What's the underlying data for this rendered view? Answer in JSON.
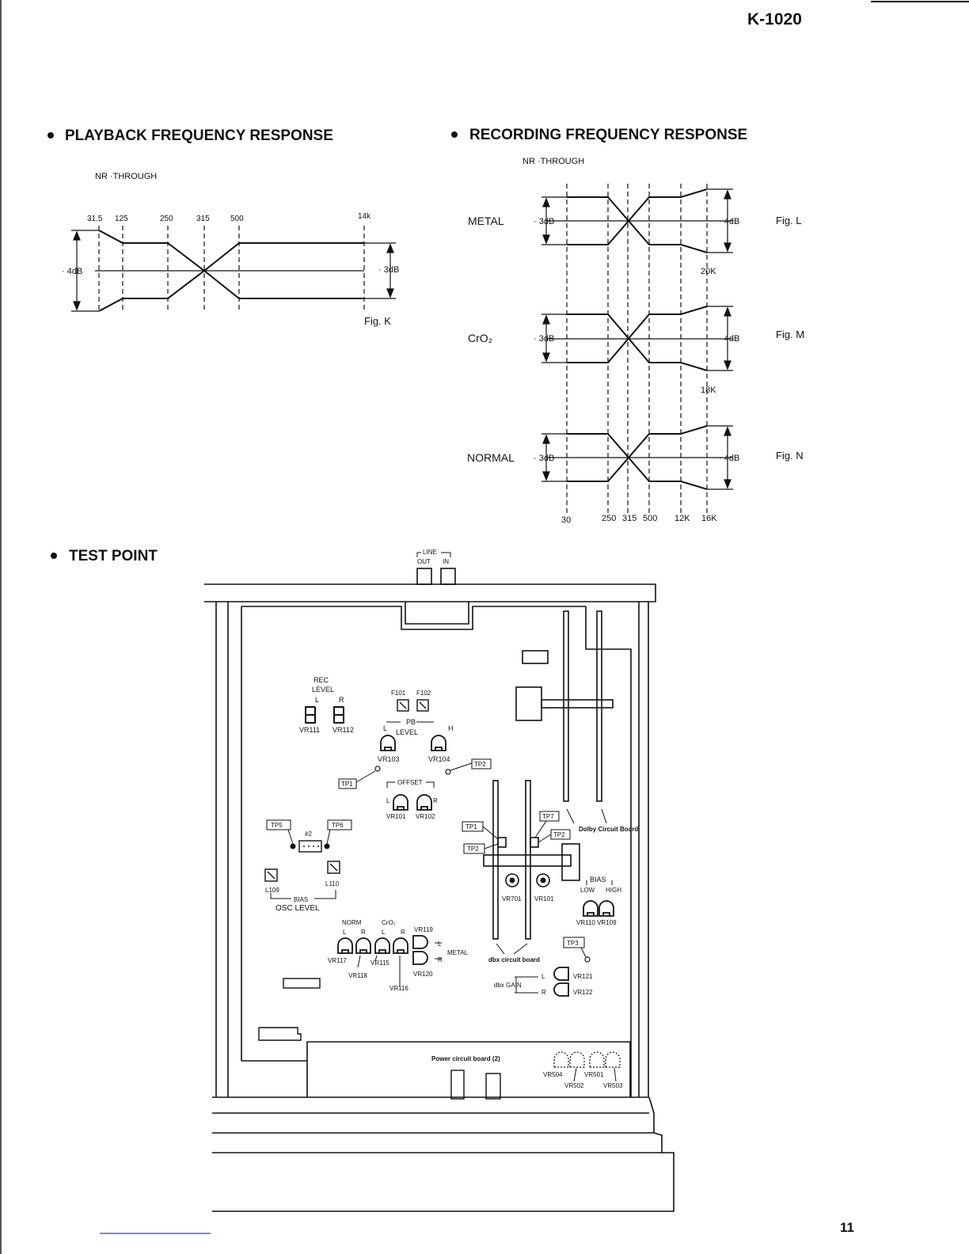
{
  "header": {
    "model": "K-1020",
    "page_number": "11"
  },
  "playback": {
    "title": "PLAYBACK FREQUENCY RESPONSE",
    "nr": "NR ·THROUGH",
    "freqs": [
      "31.5",
      "125",
      "250",
      "315",
      "500",
      "14k"
    ],
    "left_db": "· 4dB",
    "right_db": "· 3dB",
    "fig": "Fig. K"
  },
  "recording": {
    "title": "RECORDING FREQUENCY RESPONSE",
    "nr": "NR ·THROUGH",
    "panels": [
      {
        "tape": "METAL",
        "left_db": "· 3dB",
        "right_db": "· 4dB",
        "fig": "Fig. L",
        "end_freq": "20K"
      },
      {
        "tape": "CrO₂",
        "left_db": "· 3dB",
        "right_db": "· 4dB",
        "fig": "Fig. M",
        "end_freq": "18K"
      },
      {
        "tape": "NORMAL",
        "left_db": "· 3dB",
        "right_db": "· 4dB",
        "fig": "Fig. N",
        "end_freq": ""
      }
    ],
    "freqs": [
      "30",
      "250",
      "315",
      "500",
      "12K",
      "16K"
    ]
  },
  "test_point": {
    "title": "TEST POINT",
    "line": "LINE",
    "line_out": "OUT",
    "line_in": "IN",
    "rec_level": "REC",
    "rec_level2": "LEVEL",
    "l": "L",
    "r": "R",
    "vr111": "VR111",
    "vr112": "VR112",
    "f101": "F101",
    "f102": "F102",
    "pb": "PB",
    "level": "LEVEL",
    "h": "H",
    "vr103": "VR103",
    "vr104": "VR104",
    "tp1": "TP1",
    "tp2": "TP2",
    "tp5": "TP5",
    "tp6": "TP6",
    "tp3": "TP3",
    "tp7": "TP7",
    "offset": "OFFSET",
    "vr101": "VR101",
    "vr102": "VR102",
    "j2": "#2",
    "l109": "L109",
    "l110": "L110",
    "bias": "BIAS",
    "osc_level": "OSC LEVEL",
    "dolby_board": "Dolby Circuit Board",
    "vr701": "VR701",
    "vr101b": "VR101",
    "bias2": "BIAS",
    "low": "LOW",
    "high": "HIGH",
    "vr110_109": "VR110 VR109",
    "norm": "NORM",
    "cro2": "CrO₂",
    "vr117": "VR117",
    "vr118": "VR118",
    "vr115": "VR115",
    "vr116": "VR116",
    "vr119": "VR119",
    "vr120": "VR120",
    "metal": "METAL",
    "dbx_board": "dbx circuit board",
    "dbx_gain": "dbx GAIN",
    "vr121": "VR121",
    "vr122": "VR122",
    "power_board": "Power circuit board (2)",
    "vr504": "VR504",
    "vr501": "VR501",
    "vr502": "VR502",
    "vr503": "VR503"
  }
}
